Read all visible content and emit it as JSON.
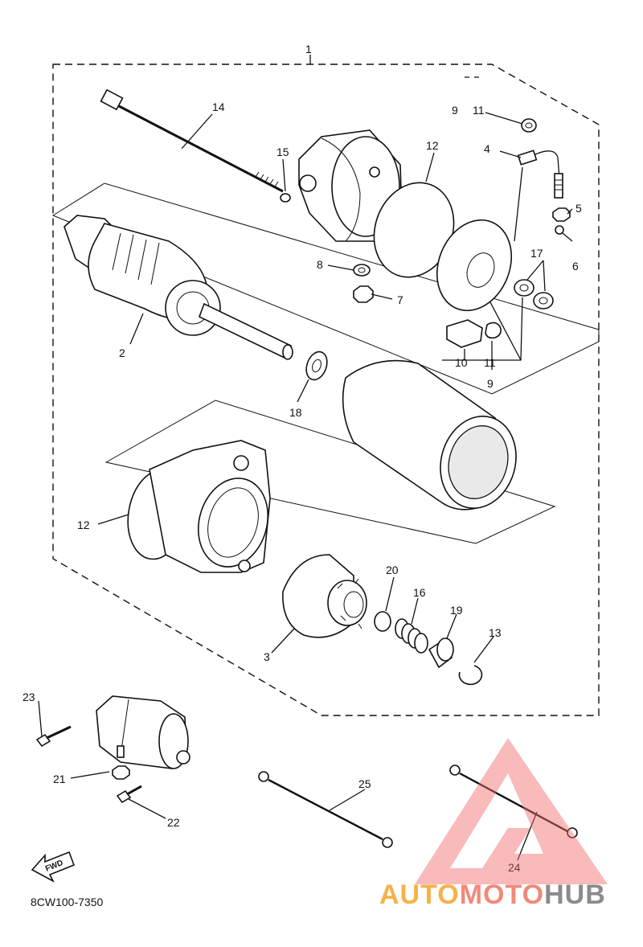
{
  "callouts": {
    "c1": "1",
    "c2": "2",
    "c3": "3",
    "c4": "4",
    "c5": "5",
    "c6": "6",
    "c7": "7",
    "c8": "8",
    "c9a": "9",
    "c9b": "9",
    "c10": "10",
    "c11a": "11",
    "c11b": "11",
    "c12a": "12",
    "c12b": "12",
    "c13": "13",
    "c14": "14",
    "c15": "15",
    "c16": "16",
    "c17": "17",
    "c18": "18",
    "c19": "19",
    "c20": "20",
    "c21": "21",
    "c22": "22",
    "c23": "23",
    "c24": "24",
    "c25": "25"
  },
  "fwd_label": "FWD",
  "diagram_code": "8CW100-7350",
  "watermark": {
    "auto": "AUTO",
    "moto": "MOTO",
    "hub": "HUB",
    "colors": {
      "auto": "#f4b24a",
      "moto": "#f08a7a",
      "hub": "#8b8b8b",
      "triangle": "#ee6b6b"
    }
  }
}
